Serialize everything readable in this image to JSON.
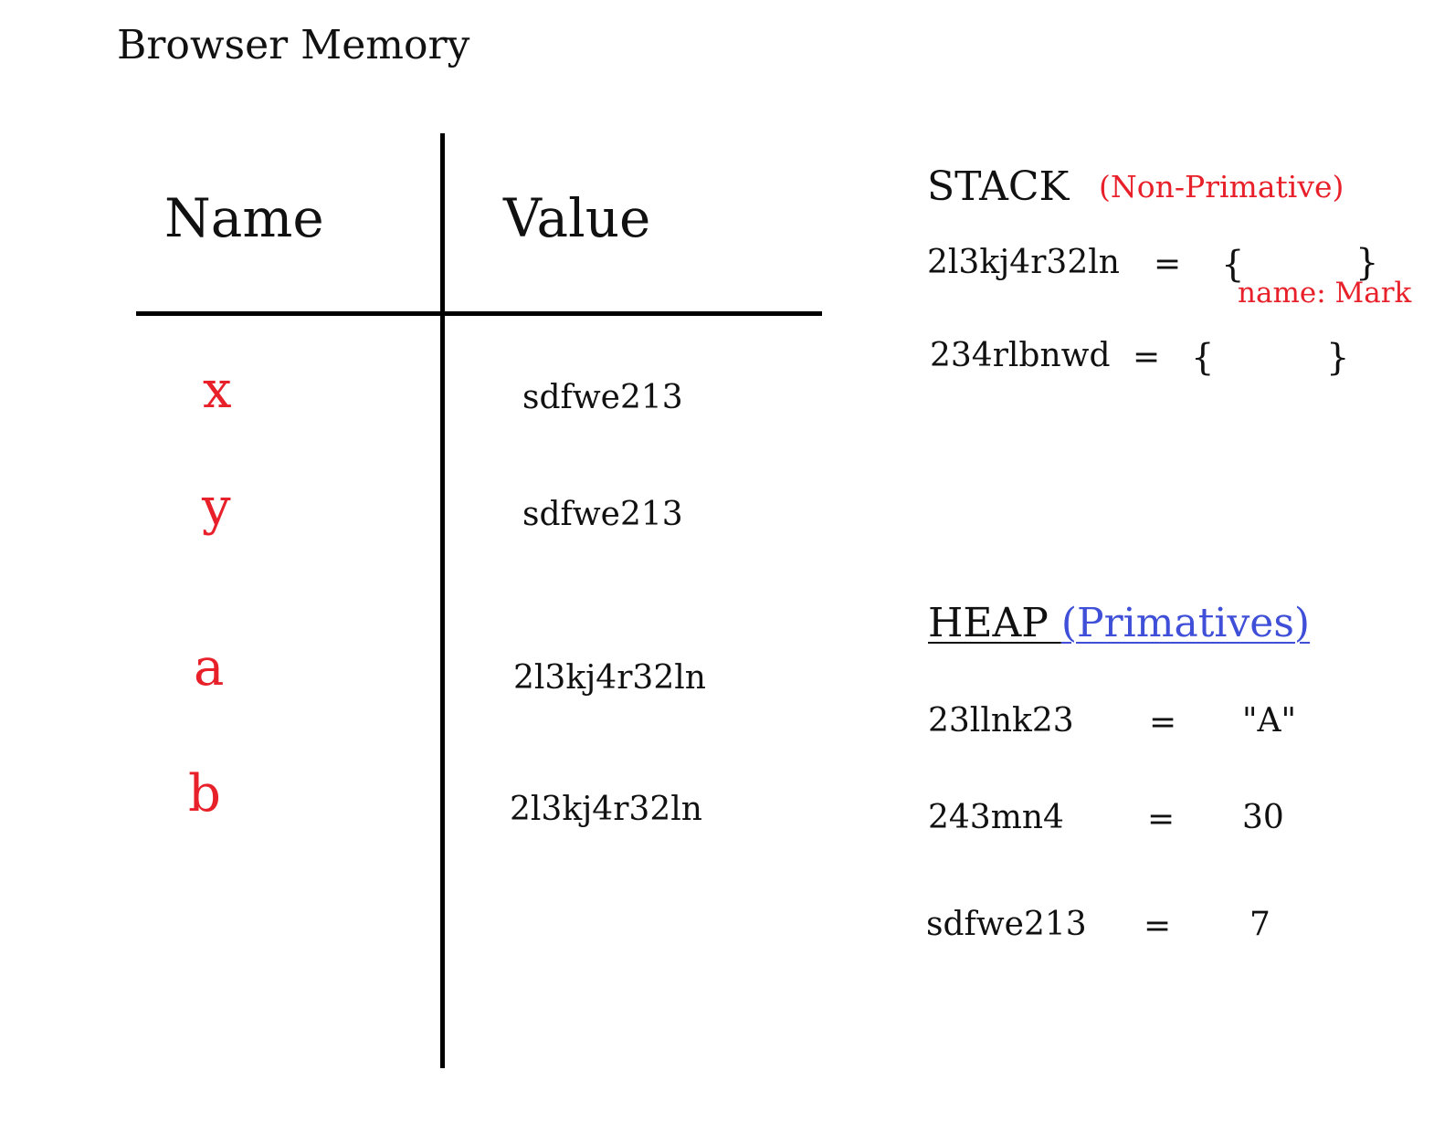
{
  "title": "Browser Memory",
  "table": {
    "header_name": "Name",
    "header_value": "Value",
    "rows": [
      {
        "name": "x",
        "value": "sdfwe213"
      },
      {
        "name": "y",
        "value": "sdfwe213"
      },
      {
        "name": "a",
        "value": "2l3kj4r32ln"
      },
      {
        "name": "b",
        "value": "2l3kj4r32ln"
      }
    ]
  },
  "stack": {
    "title": "STACK",
    "subtitle": "(Non-Primative)",
    "entries": [
      {
        "address": "2l3kj4r32ln",
        "eq": "=",
        "open": "{",
        "close": "}",
        "content": "name: Mark"
      },
      {
        "address": "234rlbnwd",
        "eq": "=",
        "open": "{",
        "close": "}"
      }
    ]
  },
  "heap": {
    "title": "HEAP ",
    "subtitle": "(Primatives)",
    "entries": [
      {
        "address": "23llnk23",
        "eq": "=",
        "value": "\"A\""
      },
      {
        "address": "243mn4",
        "eq": "=",
        "value": "30"
      },
      {
        "address": "sdfwe213",
        "eq": "=",
        "value": "7"
      }
    ]
  },
  "colors": {
    "ink": "#111111",
    "name_red": "#e8202a",
    "heap_blue": "#3f4fd8"
  }
}
